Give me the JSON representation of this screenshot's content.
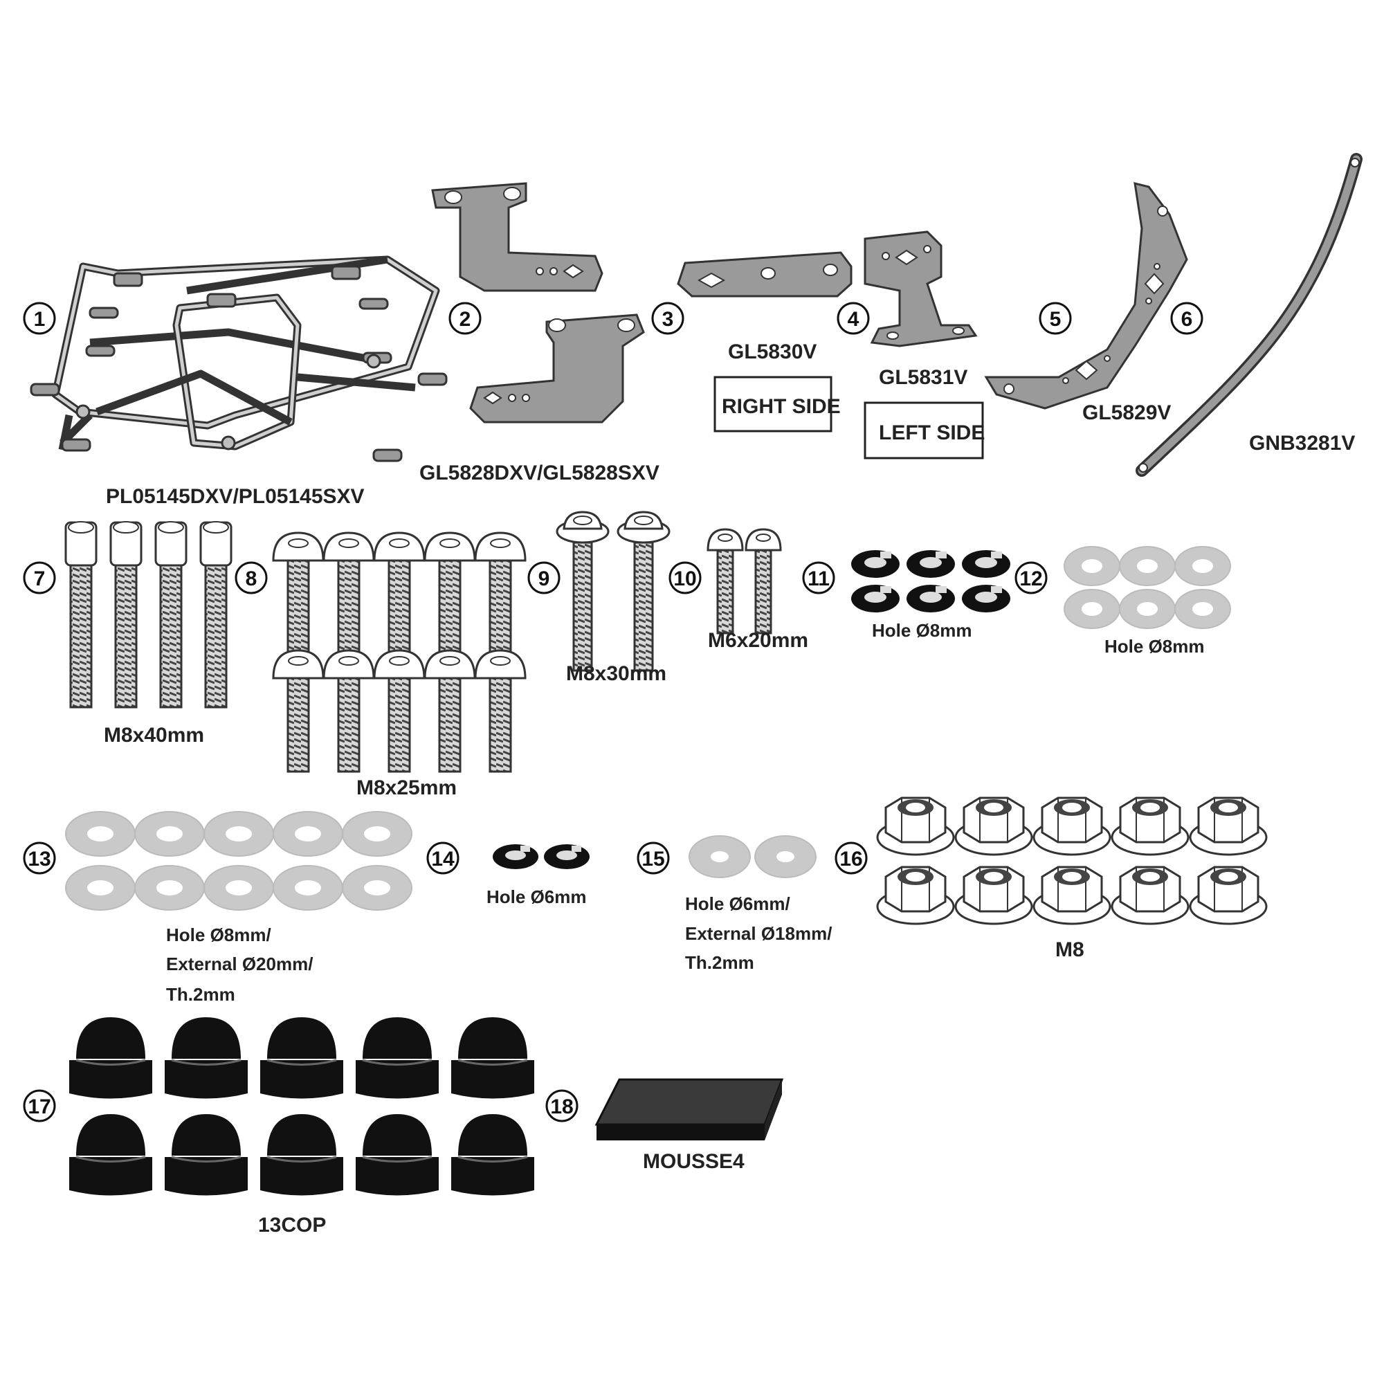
{
  "callouts": [
    "1",
    "2",
    "3",
    "4",
    "5",
    "6",
    "7",
    "8",
    "9",
    "10",
    "11",
    "12",
    "13",
    "14",
    "15",
    "16",
    "17",
    "18"
  ],
  "parts": {
    "p1": "PL05145DXV/PL05145SXV",
    "p2": "GL5828DXV/GL5828SXV",
    "p3": "GL5830V",
    "p3_side": "RIGHT SIDE",
    "p4": "GL5831V",
    "p4_side": "LEFT SIDE",
    "p5": "GL5829V",
    "p6": "GNB3281V",
    "p7": "M8x40mm",
    "p8": "M8x25mm",
    "p9": "M8x30mm",
    "p10": "M6x20mm",
    "p11": "Hole Ø8mm",
    "p12": "Hole Ø8mm",
    "p13_l1": "Hole Ø8mm/",
    "p13_l2": "External Ø20mm/",
    "p13_l3": "Th.2mm",
    "p14": "Hole Ø6mm",
    "p15_l1": "Hole Ø6mm/",
    "p15_l2": "External Ø18mm/",
    "p15_l3": "Th.2mm",
    "p16": "M8",
    "p17": "13COP",
    "p18": "MOUSSE4"
  },
  "colors": {
    "metal": "#9a9a9a",
    "washer": "#c9c9c9",
    "cap": "#111111",
    "frame": "#333333"
  }
}
